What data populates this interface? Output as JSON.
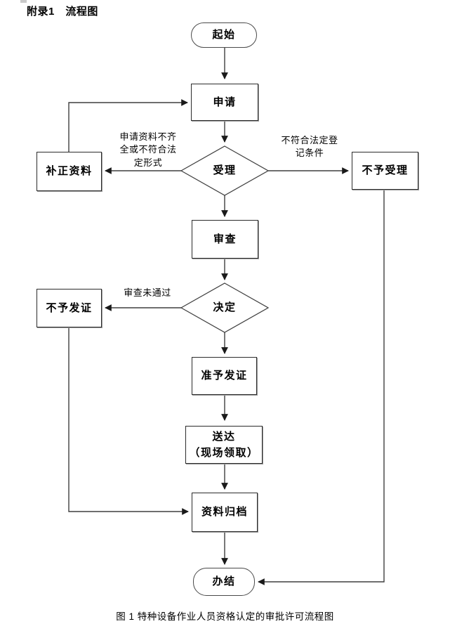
{
  "page": {
    "title": "附录1　流程图",
    "caption": "图 1 特种设备作业人员资格认定的审批许可流程图"
  },
  "colors": {
    "background": "#ffffff",
    "line": "#3f3f3f",
    "node_border": "#2b2b2b",
    "node_shadow": "#9b9b9b",
    "text": "#000000"
  },
  "nodes": {
    "start": {
      "label": "起始",
      "shape": "terminator"
    },
    "apply": {
      "label": "申请",
      "shape": "process"
    },
    "accept": {
      "label": "受理",
      "shape": "decision"
    },
    "supplement": {
      "label": "补正资料",
      "shape": "process"
    },
    "reject_acceptance": {
      "label": "不予受理",
      "shape": "process"
    },
    "review": {
      "label": "审查",
      "shape": "process"
    },
    "decide": {
      "label": "决定",
      "shape": "decision"
    },
    "no_certificate": {
      "label": "不予发证",
      "shape": "process"
    },
    "grant_certificate": {
      "label": "准予发证",
      "shape": "process"
    },
    "delivery": {
      "label": "送达\n（现场领取）",
      "shape": "process"
    },
    "archive": {
      "label": "资料归档",
      "shape": "process"
    },
    "end": {
      "label": "办结",
      "shape": "terminator"
    }
  },
  "edges": [
    {
      "from": "起始",
      "to": "申请",
      "label": ""
    },
    {
      "from": "申请",
      "to": "受理",
      "label": ""
    },
    {
      "from": "受理",
      "to": "补正资料",
      "label": "申请资料不齐\n全或不符合法\n定形式"
    },
    {
      "from": "补正资料",
      "to": "申请",
      "label": ""
    },
    {
      "from": "受理",
      "to": "不予受理",
      "label": "不符合法定登\n记条件"
    },
    {
      "from": "受理",
      "to": "审查",
      "label": ""
    },
    {
      "from": "审查",
      "to": "决定",
      "label": ""
    },
    {
      "from": "决定",
      "to": "不予发证",
      "label": "审查未通过"
    },
    {
      "from": "决定",
      "to": "准予发证",
      "label": ""
    },
    {
      "from": "准予发证",
      "to": "送达（现场领取）",
      "label": ""
    },
    {
      "from": "送达（现场领取）",
      "to": "资料归档",
      "label": ""
    },
    {
      "from": "不予发证",
      "to": "资料归档",
      "label": ""
    },
    {
      "from": "资料归档",
      "to": "办结",
      "label": ""
    },
    {
      "from": "不予受理",
      "to": "办结",
      "label": ""
    }
  ]
}
